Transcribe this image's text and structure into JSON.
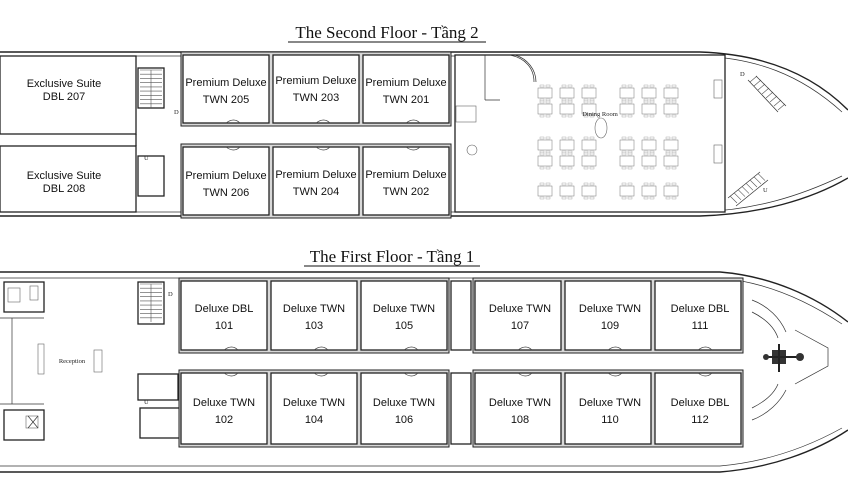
{
  "second_floor": {
    "title": "The Second Floor - Tầng 2",
    "rooms": [
      {
        "name": "Exclusive Suite",
        "code": "DBL 207"
      },
      {
        "name": "Exclusive Suite",
        "code": "DBL 208"
      },
      {
        "name": "Premium Deluxe",
        "code": "TWN 205"
      },
      {
        "name": "Premium Deluxe",
        "code": "TWN 203"
      },
      {
        "name": "Premium Deluxe",
        "code": "TWN 201"
      },
      {
        "name": "Premium Deluxe",
        "code": "TWN 206"
      },
      {
        "name": "Premium Deluxe",
        "code": "TWN 204"
      },
      {
        "name": "Premium Deluxe",
        "code": "TWN 202"
      }
    ],
    "dining_label": "Dining Room"
  },
  "first_floor": {
    "title": "The First Floor - Tầng 1",
    "rooms": [
      {
        "name": "Deluxe DBL",
        "code": "101"
      },
      {
        "name": "Deluxe TWN",
        "code": "103"
      },
      {
        "name": "Deluxe TWN",
        "code": "105"
      },
      {
        "name": "Deluxe TWN",
        "code": "107"
      },
      {
        "name": "Deluxe TWN",
        "code": "109"
      },
      {
        "name": "Deluxe DBL",
        "code": "111"
      },
      {
        "name": "Deluxe TWN",
        "code": "102"
      },
      {
        "name": "Deluxe TWN",
        "code": "104"
      },
      {
        "name": "Deluxe TWN",
        "code": "106"
      },
      {
        "name": "Deluxe TWN",
        "code": "108"
      },
      {
        "name": "Deluxe TWN",
        "code": "110"
      },
      {
        "name": "Deluxe DBL",
        "code": "112"
      }
    ],
    "reception_label": "Reception"
  },
  "stair_marks": {
    "down": "D",
    "up": "U"
  }
}
